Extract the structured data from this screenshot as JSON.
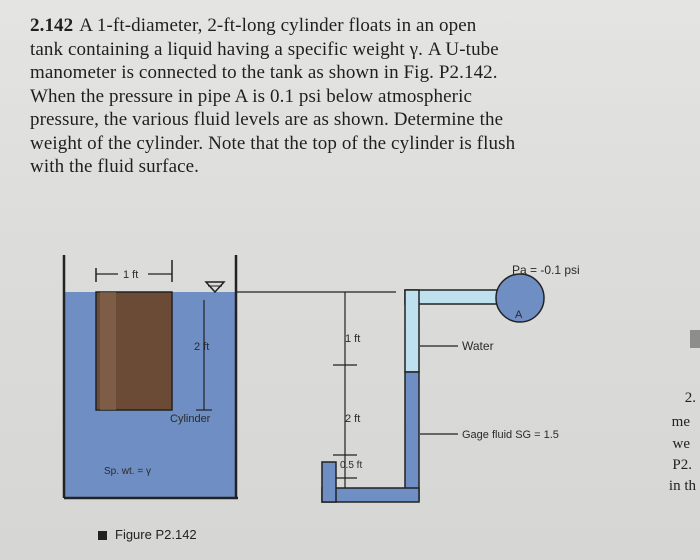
{
  "problem": {
    "number": "2.142",
    "lines": [
      "A 1-ft-diameter, 2-ft-long cylinder floats in an open",
      "tank containing a liquid having a specific weight γ. A U-tube",
      "manometer is connected to the tank as shown in Fig. P2.142.",
      "When the pressure in pipe A is 0.1 psi below atmospheric",
      "pressure, the various fluid levels are as shown. Determine the",
      "weight of the cylinder. Note that the top of the cylinder is flush",
      "with the fluid surface."
    ]
  },
  "figure": {
    "dim_1ft_top": "1 ft",
    "pressure_label": "Pa = -0.1 psi",
    "pipe_label": "A",
    "dim_2ft_cyl": "2 ft",
    "dim_1ft_right": "1 ft",
    "water_label": "Water",
    "cylinder_label": "Cylinder",
    "dim_2ft_right": "2 ft",
    "gage_label": "Gage fluid SG = 1.5",
    "spwt_label": "Sp. wt. = γ",
    "dim_05ft": "0.5 ft",
    "caption": "Figure P2.142",
    "colors": {
      "liquid": "#6f8fc4",
      "cylinder": "#6b4a36",
      "water": "#bfe0ee",
      "gage": "#6f8fc4"
    }
  },
  "side_text": [
    "2.",
    "me",
    "we",
    "P2.",
    "in th"
  ]
}
